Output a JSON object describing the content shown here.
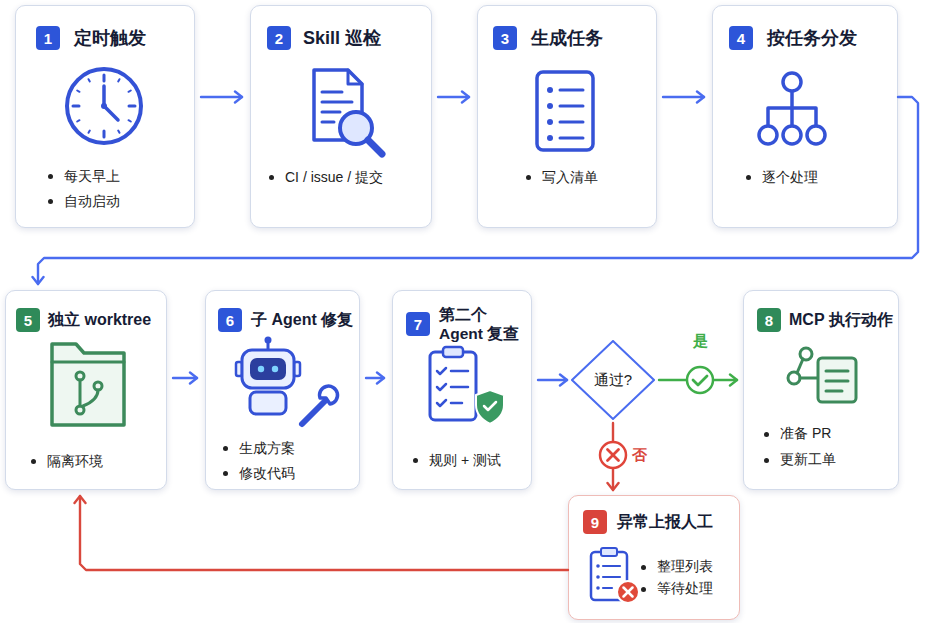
{
  "diagram": {
    "nodes": [
      {
        "text": [
          "1",
          "定时触发",
          "每天早上",
          "自动启动"
        ]
      },
      {
        "text": [
          "2",
          "Skill 巡检",
          "CI / issue / 提交"
        ]
      },
      {
        "text": [
          "3",
          "生成任务",
          "写入清单"
        ]
      },
      {
        "text": [
          "4",
          "按任务分发",
          "逐个处理"
        ]
      },
      {
        "text": [
          "5",
          "独立 worktree",
          "隔离环境"
        ]
      },
      {
        "text": [
          "6",
          "子 Agent 修复",
          "生成方案",
          "修改代码"
        ]
      },
      {
        "text": [
          "7",
          "第二个 Agent 复查",
          "规则 + 测试"
        ]
      },
      {
        "text": [
          "通过?"
        ]
      },
      {
        "text": [
          "8",
          "MCP 执行动作",
          "准备 PR",
          "更新工单"
        ]
      },
      {
        "text": [
          "9",
          "异常上报人工",
          "整理列表",
          "等待处理"
        ]
      }
    ],
    "edges": [
      {
        "from": 0,
        "to": 1,
        "arrow": "to"
      },
      {
        "from": 1,
        "to": 2,
        "arrow": "to"
      },
      {
        "from": 2,
        "to": 3,
        "arrow": "to"
      },
      {
        "from": 3,
        "to": 4,
        "arrow": "to"
      },
      {
        "from": 4,
        "to": 5,
        "arrow": "to"
      },
      {
        "from": 5,
        "to": 6,
        "arrow": "to"
      },
      {
        "from": 6,
        "to": 7,
        "arrow": "to"
      },
      {
        "from": 7,
        "to": 8,
        "label": "是",
        "arrow": "to"
      },
      {
        "from": 7,
        "to": 9,
        "label": "否",
        "arrow": "to"
      },
      {
        "from": 9,
        "to": 4,
        "arrow": "to"
      }
    ]
  }
}
